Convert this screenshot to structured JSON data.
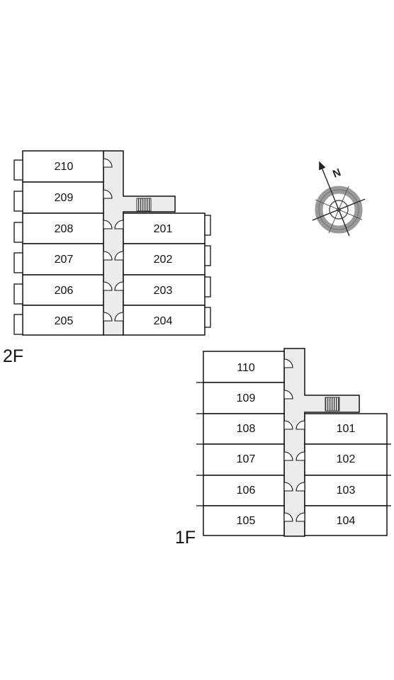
{
  "floors": [
    {
      "label": "2F",
      "left_units": [
        "210",
        "209",
        "208",
        "207",
        "206",
        "205"
      ],
      "right_units": [
        "201",
        "202",
        "203",
        "204"
      ]
    },
    {
      "label": "1F",
      "left_units": [
        "110",
        "109",
        "108",
        "107",
        "106",
        "105"
      ],
      "right_units": [
        "101",
        "102",
        "103",
        "104"
      ]
    }
  ],
  "compass": {
    "label": "N",
    "icon": "compass-north-icon"
  }
}
